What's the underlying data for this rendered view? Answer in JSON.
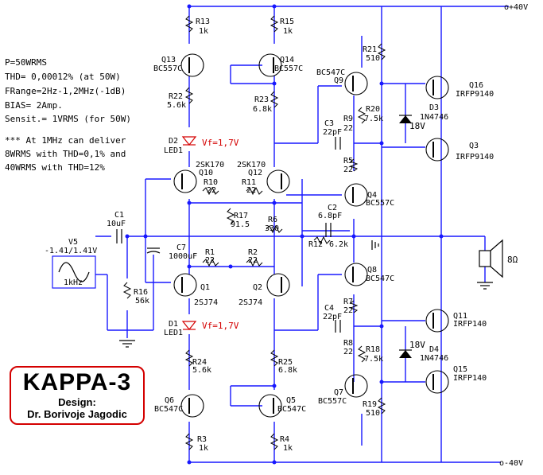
{
  "specs": [
    "P=50WRMS",
    "THD= 0,00012% (at 50W)",
    "FRange=2Hz-1,2MHz(-1dB)",
    "BIAS= 2Amp.",
    "Sensit.= 1VRMS (for 50W)"
  ],
  "notes": [
    "*** At 1MHz can deliver",
    "8WRMS with THD=0,1% and",
    "40WRMS with THD=12%"
  ],
  "rails": {
    "pos": "o+40V",
    "neg": "o-40V"
  },
  "source": {
    "ref": "V5",
    "value": "-1.41/1.41V",
    "freq": "1kHz"
  },
  "resistors": [
    {
      "ref": "R13",
      "value": "1k"
    },
    {
      "ref": "R15",
      "value": "1k"
    },
    {
      "ref": "R21",
      "value": "510"
    },
    {
      "ref": "R22",
      "value": "5.6k"
    },
    {
      "ref": "R23",
      "value": "6.8k"
    },
    {
      "ref": "R20",
      "value": "7.5k"
    },
    {
      "ref": "R9",
      "value": "22"
    },
    {
      "ref": "R5",
      "value": "22"
    },
    {
      "ref": "R10",
      "value": "22"
    },
    {
      "ref": "R11",
      "value": "22"
    },
    {
      "ref": "R17",
      "value": "91.5"
    },
    {
      "ref": "R6",
      "value": "330"
    },
    {
      "ref": "R12",
      "value": "6.2k"
    },
    {
      "ref": "R1",
      "value": "22"
    },
    {
      "ref": "R2",
      "value": "22"
    },
    {
      "ref": "R16",
      "value": "56k"
    },
    {
      "ref": "R7",
      "value": "22"
    },
    {
      "ref": "R8",
      "value": "22"
    },
    {
      "ref": "R18",
      "value": "7.5k"
    },
    {
      "ref": "R24",
      "value": "5.6k"
    },
    {
      "ref": "R25",
      "value": "6.8k"
    },
    {
      "ref": "R19",
      "value": "510"
    },
    {
      "ref": "R3",
      "value": "1k"
    },
    {
      "ref": "R4",
      "value": "1k"
    }
  ],
  "capacitors": [
    {
      "ref": "C1",
      "value": "10uF"
    },
    {
      "ref": "C7",
      "value": "1000uF"
    },
    {
      "ref": "C2",
      "value": "6.8pF"
    },
    {
      "ref": "C3",
      "value": "22pF"
    },
    {
      "ref": "C4",
      "value": "22pF"
    }
  ],
  "transistors": [
    {
      "ref": "Q13",
      "part": "BC557C"
    },
    {
      "ref": "Q14",
      "part": "BC557C"
    },
    {
      "ref": "Q9",
      "part": "BC547C"
    },
    {
      "ref": "Q16",
      "part": "IRFP9140"
    },
    {
      "ref": "Q3",
      "part": "IRFP9140"
    },
    {
      "ref": "Q10",
      "part": "2SK170"
    },
    {
      "ref": "Q12",
      "part": "2SK170"
    },
    {
      "ref": "Q4",
      "part": "BC557C"
    },
    {
      "ref": "Q1",
      "part": "2SJ74"
    },
    {
      "ref": "Q2",
      "part": "2SJ74"
    },
    {
      "ref": "Q8",
      "part": "BC547C"
    },
    {
      "ref": "Q11",
      "part": "IRFP140"
    },
    {
      "ref": "Q15",
      "part": "IRFP140"
    },
    {
      "ref": "Q6",
      "part": "BC547C"
    },
    {
      "ref": "Q5",
      "part": "BC547C"
    },
    {
      "ref": "Q7",
      "part": "BC557C"
    }
  ],
  "diodes": [
    {
      "ref": "D2",
      "part": "LED1",
      "vf": "Vf=1,7V"
    },
    {
      "ref": "D1",
      "part": "LED1",
      "vf": "Vf=1,7V"
    },
    {
      "ref": "D3",
      "part": "1N4746",
      "vz": "18V"
    },
    {
      "ref": "D4",
      "part": "1N4746",
      "vz": "18V"
    }
  ],
  "load": "8Ω",
  "brand": {
    "title": "KAPPA-3",
    "subtitle": "Design:",
    "author": "Dr. Borivoje Jagodic"
  }
}
